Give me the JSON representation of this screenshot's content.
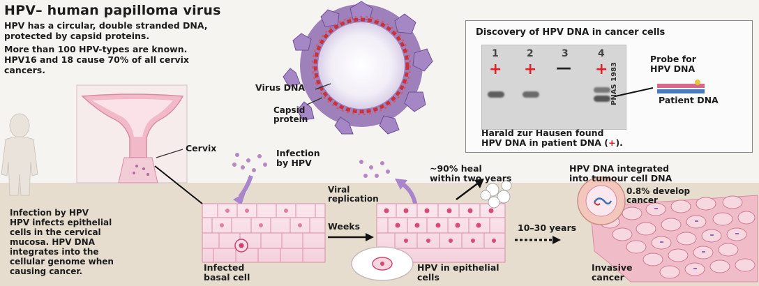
{
  "header": {
    "title": "HPV– human papilloma virus",
    "intro_lines": [
      "HPV has a circular, double stranded DNA,",
      "protected by capsid proteins.",
      "More than 100 HPV-types are known.",
      "HPV16 and 18 cause 70% of all cervix",
      "cancers."
    ]
  },
  "virus": {
    "dna_label": "Virus DNA",
    "capsid_label_1": "Capsid",
    "capsid_label_2": "protein"
  },
  "anatomy": {
    "cervix_label": "Cervix",
    "infection_1": "Infection",
    "infection_2": "by HPV"
  },
  "discovery_panel": {
    "title": "Discovery of HPV DNA in cancer cells",
    "lanes": [
      "1",
      "2",
      "3",
      "4"
    ],
    "lane_marks": [
      "+",
      "+",
      "—",
      "+"
    ],
    "source_label": "PNAS 1983",
    "probe_1": "Probe for",
    "probe_2": "HPV DNA",
    "patient_label": "Patient DNA",
    "footer_1": "Harald zur Hausen found",
    "footer_2_pre": "HPV DNA in patient DNA (",
    "footer_2_mark": "+",
    "footer_2_post": ")."
  },
  "process": {
    "viral_1": "Viral",
    "viral_2": "replication",
    "heal_1": "~90% heal",
    "heal_2": "within two years",
    "integrated_1": "HPV DNA integrated",
    "integrated_2": "into tumour cell DNA",
    "develop_1": "0.8% develop",
    "develop_2": "cancer",
    "weeks": "Weeks",
    "years": "10–30 years",
    "infected_1": "Infected",
    "infected_2": "basal cell",
    "epithelial_1": "HPV in epithelial",
    "epithelial_2": "cells",
    "invasive_1": "Invasive",
    "invasive_2": "cancer"
  },
  "bottom_text": [
    "Infection by HPV",
    "HPV infects epithelial",
    "cells in the cervical",
    "mucosa. HPV DNA",
    "integrates into the",
    "cellular genome when",
    "causing cancer."
  ],
  "colors": {
    "accent_red": "#e0202a",
    "capsid_purple": "#8e6bb0",
    "tissue_pink": "#f2c6d3",
    "ground": "#e6ddcf"
  }
}
